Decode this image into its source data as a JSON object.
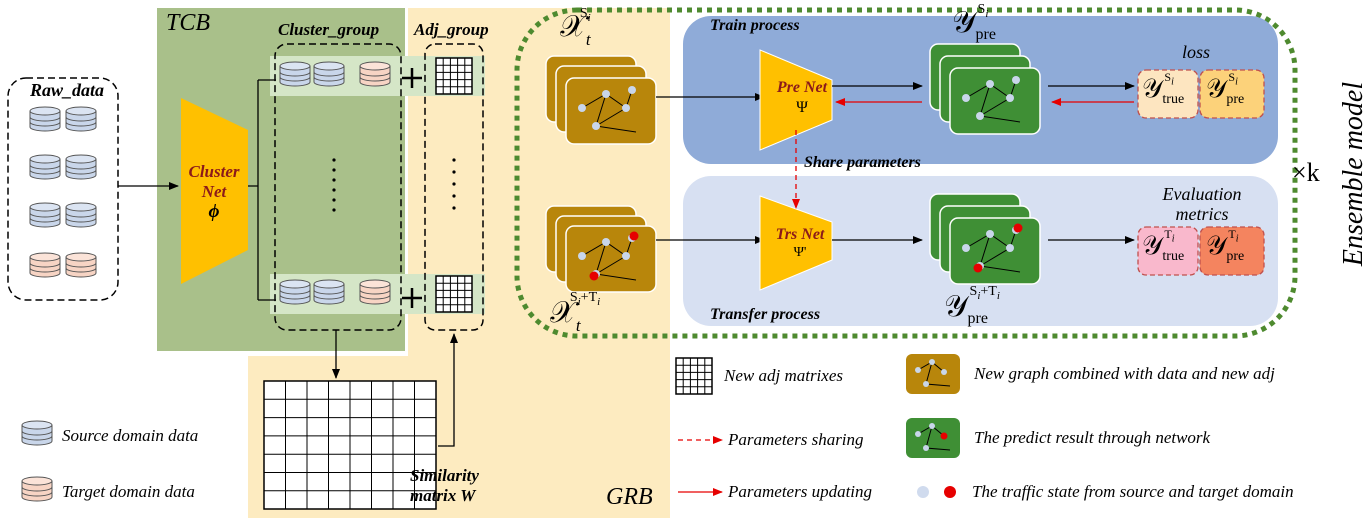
{
  "diagram": {
    "raw_data": "Raw_data",
    "tcb": "TCB",
    "grb": "GRB",
    "cluster_group": "Cluster_group",
    "adj_group": "Adj_group",
    "cluster_net": {
      "line1": "Cluster",
      "line2": "Net",
      "symbol": "ϕ"
    },
    "pre_net": {
      "line1": "Pre Net",
      "symbol": "Ψ"
    },
    "trs_net": {
      "line1": "Trs Net",
      "symbol": "Ψ'"
    },
    "train_process": "Train process",
    "transfer_process": "Transfer process",
    "share_parameters": "Share parameters",
    "loss": "loss",
    "evaluation": {
      "line1": "Evaluation",
      "line2": "metrics"
    },
    "ensemble_model": "Ensemble model",
    "times_k": "×k",
    "similarity": {
      "line1": "Similarity",
      "line2": "matrix W"
    },
    "math": {
      "x_source": "𝒳",
      "x_source_sub": "t",
      "x_source_sup": "S",
      "x_source_sup_i": "i",
      "x_target_sup": "S",
      "x_target_sup_mid": "i",
      "x_target_sup_end": "+T",
      "y_pre": "𝒴",
      "y_pre_sub": "pre",
      "y_true_sub": "true",
      "s_sup": "S",
      "t_sup": "T",
      "i_sub": "i"
    }
  },
  "legend": {
    "source_domain": "Source domain data",
    "target_domain": "Target domain data",
    "new_adj": "New adj matrixes",
    "params_sharing": "Parameters sharing",
    "params_updating": "Parameters updating",
    "new_graph": "New graph combined with data and new adj",
    "predict_result": "The predict result through network",
    "traffic_state": "The traffic state from source and target domain"
  },
  "colors": {
    "tcb_green": "#a9c08a",
    "grb_yellow": "#fdebc0",
    "train_blue": "#8fabd8",
    "transfer_blue": "#d7e0f2",
    "net_orange": "#ffc000",
    "graph_gold": "#b8860b",
    "pred_green": "#3f8f35",
    "db_blue": "#c9d6ea",
    "db_pink": "#f7d4c4",
    "true_pink": "#f9b8cc",
    "pre_orange": "#f4845f",
    "loss_true": "#fde5c0",
    "loss_pre": "#fcd27a",
    "dashed_green": "#4e8a2f",
    "red": "#e60000"
  }
}
